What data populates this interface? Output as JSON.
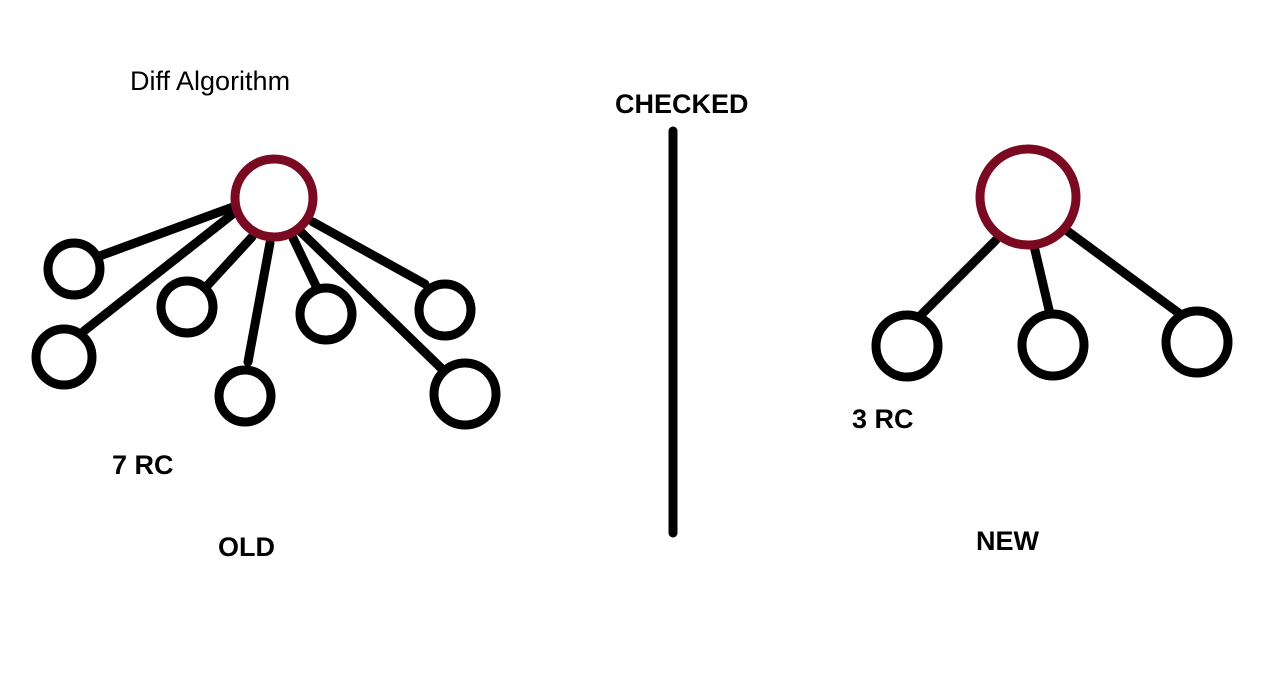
{
  "title": "Diff Algorithm",
  "divider_label": "CHECKED",
  "old_tree": {
    "label": "OLD",
    "count_label": "7 RC"
  },
  "new_tree": {
    "label": "NEW",
    "count_label": "3 RC"
  },
  "colors": {
    "root_node": "#7a0a22",
    "child_node": "#000000",
    "edge": "#000000",
    "divider": "#000000",
    "background": "#ffffff"
  }
}
